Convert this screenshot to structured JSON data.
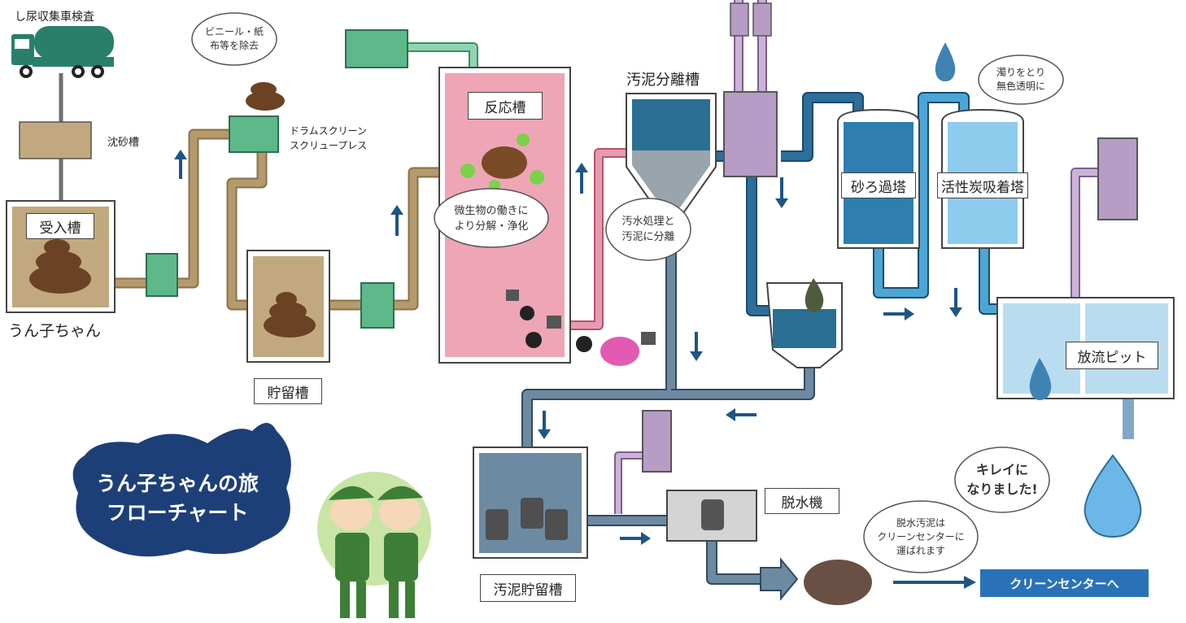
{
  "colors": {
    "pipe_tan": "#b59a6e",
    "pipe_blue": "#2d6e9a",
    "pipe_slate": "#6d8aa3",
    "pipe_pink": "#e79ab0",
    "pipe_lilac": "#b79cc6",
    "pump_green": "#5db88a",
    "reactor_pink": "#eea5b5",
    "arrow_navy": "#1f5585",
    "title_navy": "#1d3f78",
    "dest_blue": "#2a72b8"
  },
  "labels": {
    "truck": "し尿収集車検査",
    "grit_chamber": "沈砂槽",
    "receiving_tank": "受入槽",
    "character_name": "うん子ちゃん",
    "drum_screen_1": "ドラムスクリーン",
    "drum_screen_2": "スクリュープレス",
    "storage_tank": "貯留槽",
    "reaction_tank": "反応槽",
    "sludge_separation": "汚泥分離槽",
    "sand_filter": "砂ろ過塔",
    "carbon_tower": "活性炭吸着塔",
    "discharge_pit": "放流ピット",
    "dewatering": "脱水機",
    "sludge_storage": "汚泥貯留槽",
    "destination": "クリーンセンターへ"
  },
  "bubbles": {
    "vinyl_1": "ビニール・紙",
    "vinyl_2": "布等を除去",
    "microbe_1": "微生物の働きに",
    "microbe_2": "より分解・浄化",
    "separate_1": "汚水処理と",
    "separate_2": "汚泥に分離",
    "clear_1": "濁りをとり",
    "clear_2": "無色透明に",
    "clean_1": "キレイに",
    "clean_2": "なりました!",
    "sludge_1": "脱水汚泥は",
    "sludge_2": "クリーンセンターに",
    "sludge_3": "運ばれます"
  },
  "title": {
    "line1": "うん子ちゃんの旅",
    "line2": "フローチャート"
  }
}
